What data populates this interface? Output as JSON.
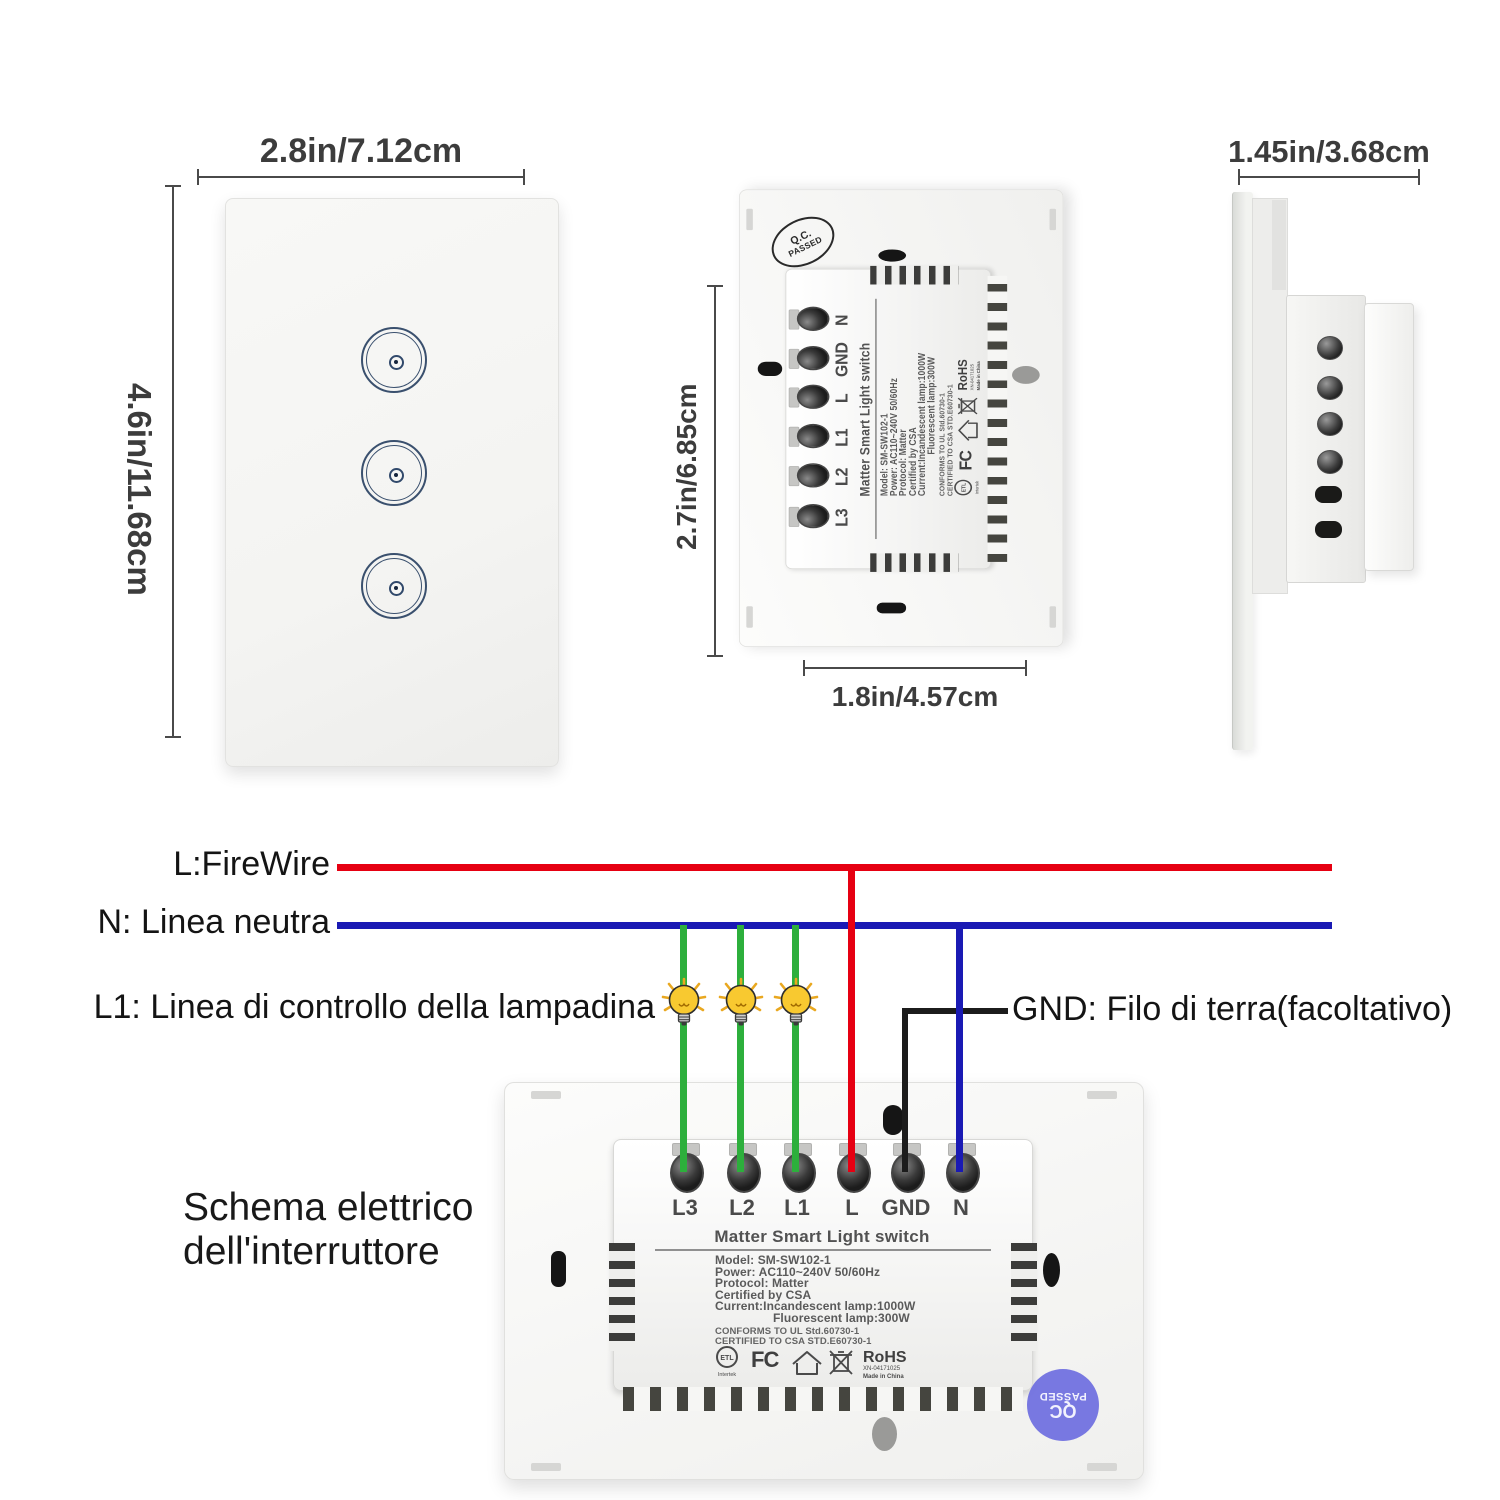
{
  "views": {
    "front": {
      "width_label": "2.8in/7.12cm",
      "height_label": "4.6in/11.68cm"
    },
    "back_top": {
      "height_label": "2.7in/6.85cm",
      "width_label": "1.8in/4.57cm",
      "qc_line1": "Q.C.",
      "qc_line2": "PASSED"
    },
    "side": {
      "depth_label": "1.45in/3.68cm"
    }
  },
  "device_label": {
    "terminals": [
      "L3",
      "L2",
      "L1",
      "L",
      "GND",
      "N"
    ],
    "title": "Matter Smart Light switch",
    "specs": [
      "Model: SM-SW102-1",
      "Power: AC110~240V 50/60Hz",
      "Protocol: Matter",
      "Certified by CSA",
      "Current:Incandescent lamp:1000W",
      "Fluorescent lamp:300W"
    ],
    "compliance": [
      "CONFORMS TO UL Std.60730-1",
      "CERTIFIED TO CSA STD.E60730-1"
    ],
    "cert_marks": {
      "etl": "ETL",
      "intertek": "Intertek",
      "fcc": "FC",
      "rohs": "RoHS",
      "rohs_code": "XN-04171025",
      "origin": "Made in China"
    },
    "qc_stamp": {
      "line1": "QC",
      "line2": "PASSED"
    }
  },
  "wiring": {
    "legend": [
      {
        "id": "L",
        "label": "L:FireWire",
        "color": "#e60012"
      },
      {
        "id": "N",
        "label": "N: Linea neutra",
        "color": "#1a1ab4"
      },
      {
        "id": "L1",
        "label": "L1: Linea di controllo della lampadina",
        "color": "#2daf3c"
      },
      {
        "id": "GND",
        "label": "GND: Filo di terra(facoltativo)",
        "color": "#1c1c1c"
      }
    ],
    "caption_line1": "Schema elettrico",
    "caption_line2": "dell'interruttore",
    "bulb_count": 3
  },
  "colors": {
    "wire_live": "#e60012",
    "wire_neutral": "#1a1ab4",
    "wire_load": "#2daf3c",
    "wire_ground": "#1c1c1c",
    "qc_stamp_purple": "#6f6fe0",
    "touch_ring": "#3a506e"
  }
}
